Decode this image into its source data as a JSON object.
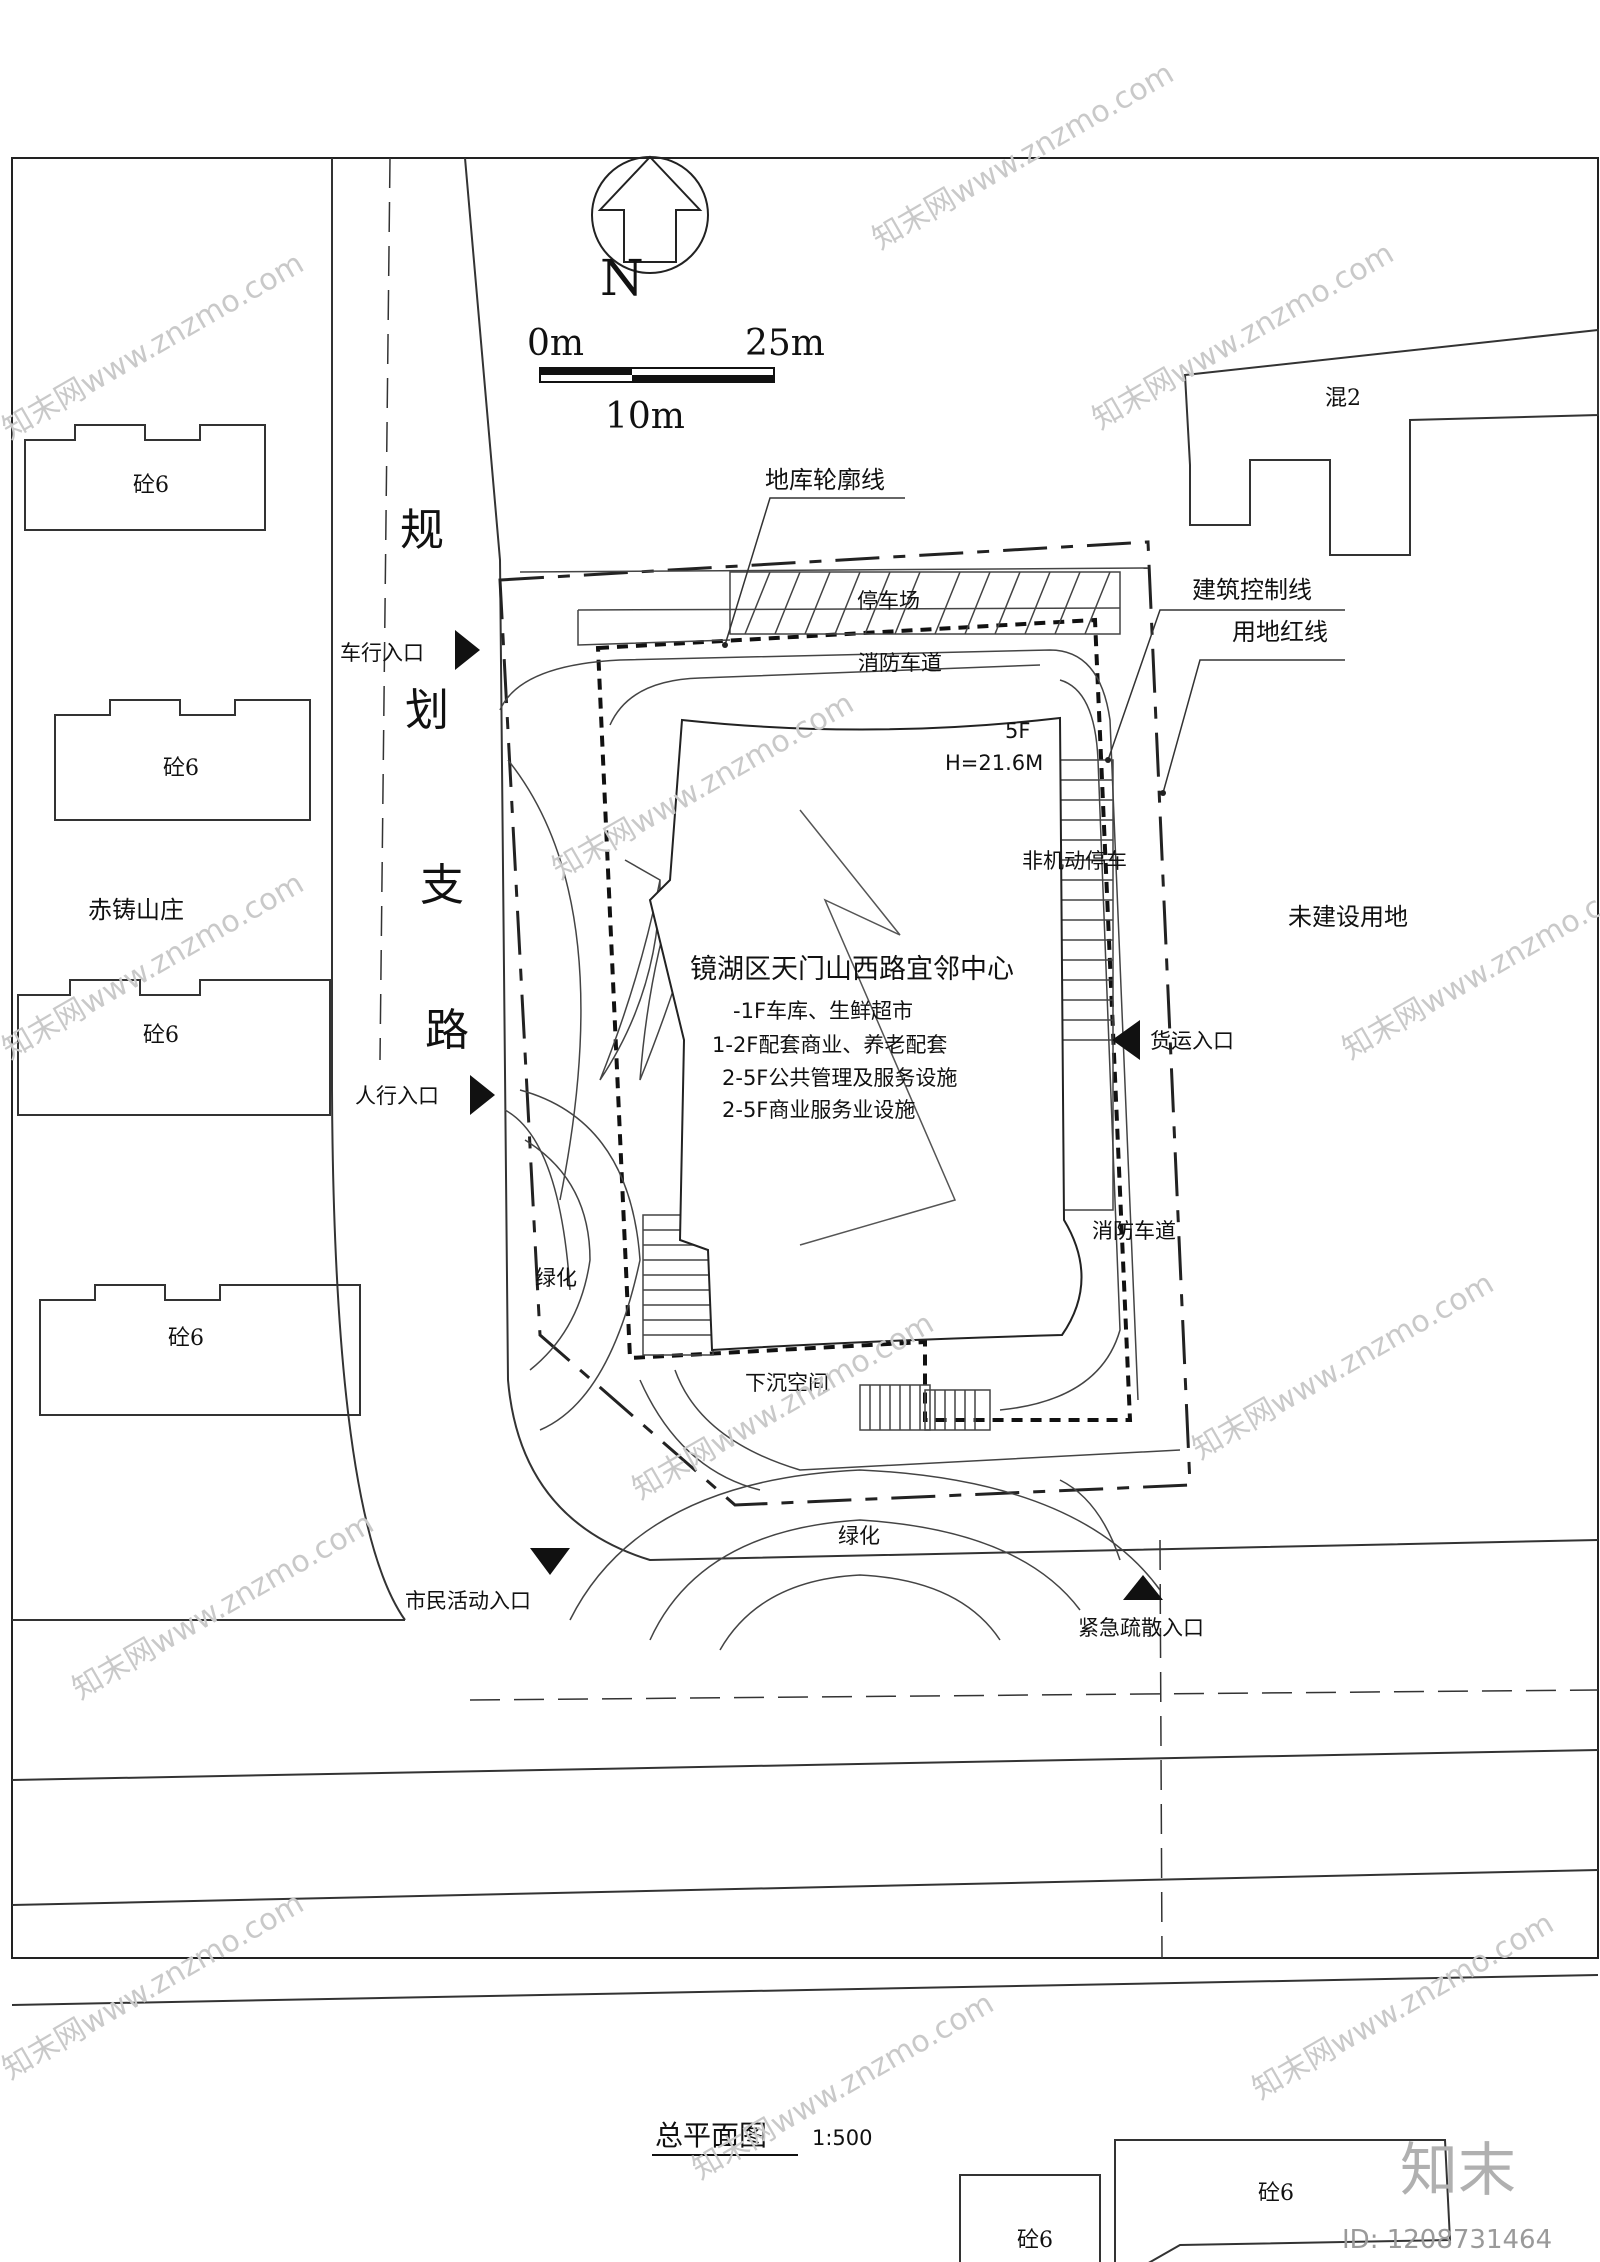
{
  "north": {
    "label": "N"
  },
  "scale_bar": {
    "start": "0m",
    "mid": "10m",
    "end": "25m"
  },
  "roads": {
    "west_road_chars": [
      "规",
      "划",
      "支",
      "路"
    ]
  },
  "buildings": {
    "west_1": "砼6",
    "west_2": "砼6",
    "west_3": "砼6",
    "west_4": "砼6",
    "north_east": "混2",
    "south_1": "砼6",
    "south_2": "砼6"
  },
  "areas": {
    "west": "赤铸山庄",
    "east": "未建设用地"
  },
  "site_labels": {
    "basement_outline": "地库轮廓线",
    "building_control_line": "建筑控制线",
    "site_red_line": "用地红线",
    "parking": "停车场",
    "fire_lane_north": "消防车道",
    "fire_lane_east": "消防车道",
    "bike_parking": "非机动停车",
    "greenery_west": "绿化",
    "greenery_south": "绿化",
    "sunken_space": "下沉空间"
  },
  "main_building": {
    "floors": "5F",
    "height": "H=21.6M",
    "name": "镜湖区天门山西路宜邻中心",
    "functions": [
      "-1F车库、生鲜超市",
      "1-2F配套商业、养老配套",
      "2-5F公共管理及服务设施",
      "2-5F商业服务业设施"
    ]
  },
  "entrances": {
    "vehicle": "车行入口",
    "pedestrian": "人行入口",
    "freight": "货运入口",
    "civic": "市民活动入口",
    "emergency": "紧急疏散入口"
  },
  "title": {
    "text": "总平面图",
    "scale": "1:500"
  },
  "watermark": {
    "text": "知末网www.znzmo.com",
    "brand": "知末",
    "id": "ID: 1208731464"
  }
}
